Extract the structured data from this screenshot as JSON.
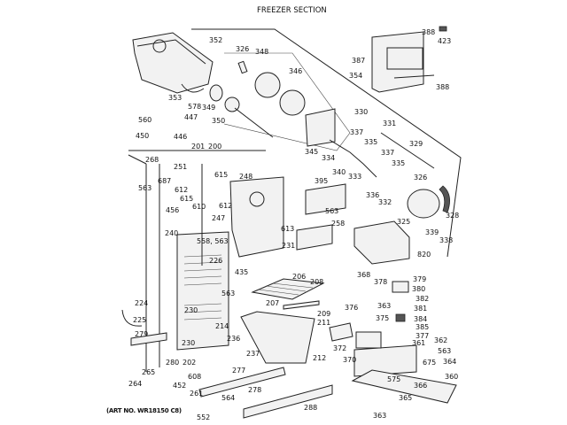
{
  "title": "FREEZER SECTION",
  "art_number": "(ART NO. WR18150 C8)",
  "labels": [
    "352",
    "326",
    "348",
    "346",
    "353",
    "349",
    "350",
    "578",
    "447",
    "560",
    "450",
    "446",
    "201",
    "200",
    "268",
    "251",
    "563",
    "687",
    "612",
    "615",
    "615",
    "248",
    "610",
    "612",
    "456",
    "247",
    "613",
    "240",
    "558, 563",
    "226",
    "231",
    "435",
    "563",
    "206",
    "208",
    "230",
    "214",
    "224",
    "225",
    "279",
    "230",
    "202",
    "236",
    "237",
    "212",
    "211",
    "209",
    "207",
    "265",
    "264",
    "280",
    "608",
    "452",
    "261",
    "552",
    "564",
    "277",
    "278",
    "288",
    "388",
    "423",
    "387",
    "354",
    "388",
    "330",
    "331",
    "337",
    "335",
    "329",
    "345",
    "334",
    "340",
    "333",
    "337",
    "335",
    "326",
    "336",
    "332",
    "325",
    "328",
    "339",
    "338",
    "395",
    "563",
    "258",
    "820",
    "368",
    "378",
    "379",
    "380",
    "382",
    "363",
    "381",
    "376",
    "375",
    "384",
    "385",
    "377",
    "372",
    "370",
    "361",
    "362",
    "563",
    "675",
    "364",
    "360",
    "575",
    "366",
    "365",
    "363"
  ]
}
